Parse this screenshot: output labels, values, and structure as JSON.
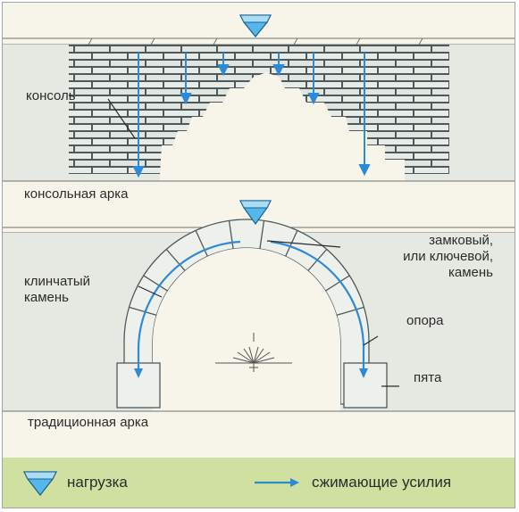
{
  "top_panel": {
    "title": "консольная арка",
    "console_label": "консоль"
  },
  "bottom_panel": {
    "title": "традиционная арка",
    "wedge_stone_label": "клинчатый\nкамень",
    "keystone_label": "замковый,\nили ключевой,\nкамень",
    "support_label": "опора",
    "springer_label": "пята"
  },
  "legend": {
    "load_label": "нагрузка",
    "force_label": "сжимающие усилия"
  },
  "colors": {
    "background": "#f7f4ea",
    "wall": "#e6e8e2",
    "brick": "#eef0ec",
    "brick_line": "#4d5a5c",
    "arrow": "#2d8ad6",
    "load_icon": "#55b8ea",
    "legend_bg": "#cfe0a0"
  },
  "icons": {
    "load": "blue-prism-icon",
    "force": "blue-arrow-icon"
  }
}
